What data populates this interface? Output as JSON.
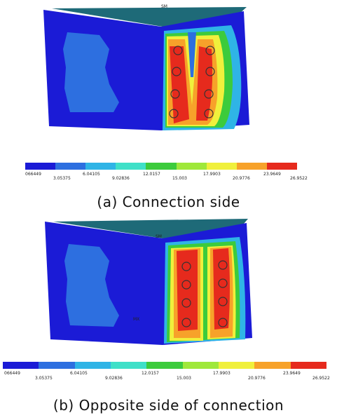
{
  "figure": {
    "panels": [
      {
        "caption": "(a) Connection side",
        "top_mark": "SM"
      },
      {
        "caption": "(b) Opposite side of connection",
        "top_mark": "SM",
        "side_mark": "MX"
      }
    ],
    "colorbar": {
      "colors": [
        "#1b1bd6",
        "#2d6fe0",
        "#2fb4e6",
        "#3fe0c8",
        "#3ccb3c",
        "#9fe83a",
        "#f0f03c",
        "#f7a22a",
        "#e62a1d"
      ],
      "labels": [
        "066449",
        "3.05375",
        "6.04105",
        "9.02836",
        "12.0157",
        "15.003",
        "17.9903",
        "20.9776",
        "23.9649",
        "26.9522"
      ]
    }
  }
}
